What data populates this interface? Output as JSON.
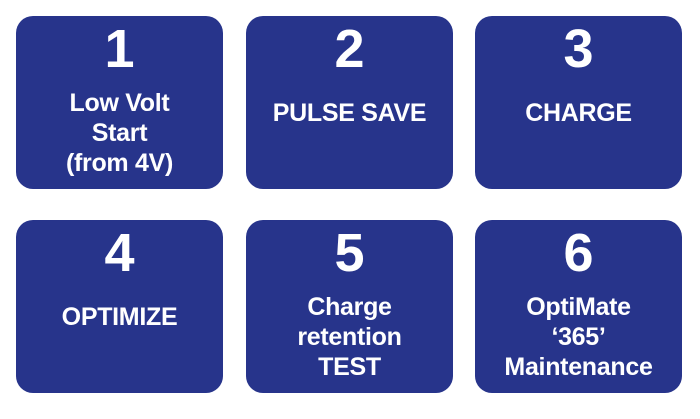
{
  "colors": {
    "tile_background": "#27348b",
    "text": "#ffffff",
    "page_background": "#ffffff"
  },
  "tiles": [
    {
      "number": "1",
      "lines": [
        "Low Volt",
        "Start",
        "(from 4V)"
      ]
    },
    {
      "number": "2",
      "lines": [
        "PULSE SAVE"
      ]
    },
    {
      "number": "3",
      "lines": [
        "CHARGE"
      ]
    },
    {
      "number": "4",
      "lines": [
        "OPTIMIZE"
      ]
    },
    {
      "number": "5",
      "lines": [
        "Charge",
        "retention",
        "TEST"
      ]
    },
    {
      "number": "6",
      "lines": [
        "OptiMate",
        "‘365’",
        "Maintenance"
      ]
    }
  ]
}
